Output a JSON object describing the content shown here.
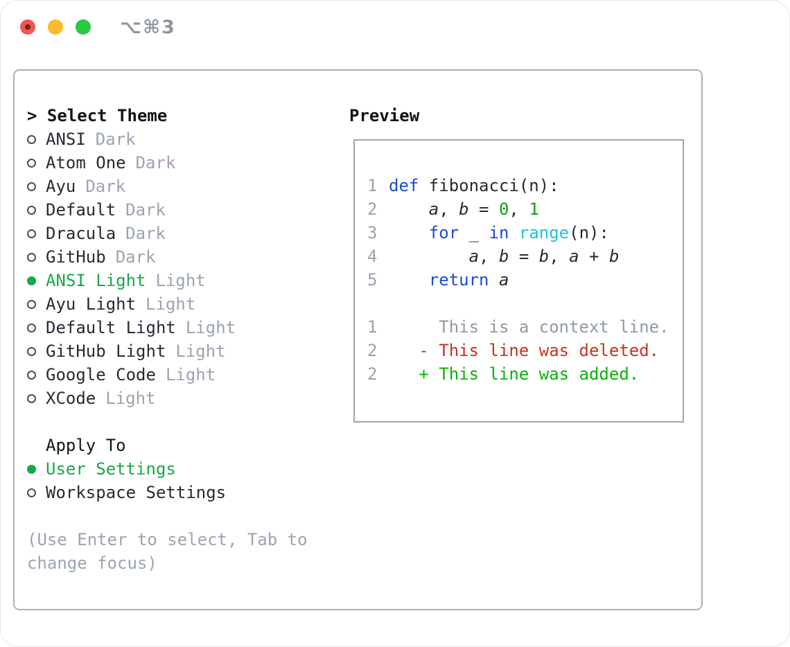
{
  "window": {
    "shortcut_label": "⌥⌘3",
    "traffic_lights": [
      {
        "name": "close",
        "color": "#f2574e"
      },
      {
        "name": "minimize",
        "color": "#fabb2d"
      },
      {
        "name": "zoom",
        "color": "#29c940"
      }
    ]
  },
  "theme_picker": {
    "prompt_char": ">",
    "title": "Select Theme",
    "items": [
      {
        "label": "ANSI",
        "variant": "Dark",
        "selected": false
      },
      {
        "label": "Atom One",
        "variant": "Dark",
        "selected": false
      },
      {
        "label": "Ayu",
        "variant": "Dark",
        "selected": false
      },
      {
        "label": "Default",
        "variant": "Dark",
        "selected": false
      },
      {
        "label": "Dracula",
        "variant": "Dark",
        "selected": false
      },
      {
        "label": "GitHub",
        "variant": "Dark",
        "selected": false
      },
      {
        "label": "ANSI Light",
        "variant": "Light",
        "selected": true
      },
      {
        "label": "Ayu Light",
        "variant": "Light",
        "selected": false
      },
      {
        "label": "Default Light",
        "variant": "Light",
        "selected": false
      },
      {
        "label": "GitHub Light",
        "variant": "Light",
        "selected": false
      },
      {
        "label": "Google Code",
        "variant": "Light",
        "selected": false
      },
      {
        "label": "XCode",
        "variant": "Light",
        "selected": false
      }
    ]
  },
  "apply_to": {
    "title": "Apply To",
    "options": [
      {
        "label": "User Settings",
        "selected": true
      },
      {
        "label": "Workspace Settings",
        "selected": false
      }
    ]
  },
  "help": {
    "line1": "(Use Enter to select, Tab to",
    "line2": "change focus)"
  },
  "preview": {
    "title": "Preview",
    "code_lines": [
      {
        "num": "1",
        "tokens": [
          {
            "t": "def",
            "c": "kw"
          },
          {
            "t": " fibonacci(n):",
            "c": "pl"
          }
        ]
      },
      {
        "num": "2",
        "tokens": [
          {
            "t": "    ",
            "c": "pl"
          },
          {
            "t": "a",
            "c": "var"
          },
          {
            "t": ", ",
            "c": "pl"
          },
          {
            "t": "b",
            "c": "var"
          },
          {
            "t": " = ",
            "c": "pl"
          },
          {
            "t": "0",
            "c": "num"
          },
          {
            "t": ", ",
            "c": "pl"
          },
          {
            "t": "1",
            "c": "num"
          }
        ]
      },
      {
        "num": "3",
        "tokens": [
          {
            "t": "    ",
            "c": "pl"
          },
          {
            "t": "for",
            "c": "kw"
          },
          {
            "t": " _ ",
            "c": "pl"
          },
          {
            "t": "in",
            "c": "kw"
          },
          {
            "t": " ",
            "c": "pl"
          },
          {
            "t": "range",
            "c": "builtin"
          },
          {
            "t": "(n):",
            "c": "pl"
          }
        ]
      },
      {
        "num": "4",
        "tokens": [
          {
            "t": "        ",
            "c": "pl"
          },
          {
            "t": "a",
            "c": "var"
          },
          {
            "t": ", ",
            "c": "pl"
          },
          {
            "t": "b",
            "c": "var"
          },
          {
            "t": " = ",
            "c": "pl"
          },
          {
            "t": "b",
            "c": "var"
          },
          {
            "t": ", ",
            "c": "pl"
          },
          {
            "t": "a",
            "c": "var"
          },
          {
            "t": " + ",
            "c": "pl"
          },
          {
            "t": "b",
            "c": "var"
          }
        ]
      },
      {
        "num": "5",
        "tokens": [
          {
            "t": "    ",
            "c": "pl"
          },
          {
            "t": "return",
            "c": "kw"
          },
          {
            "t": " ",
            "c": "pl"
          },
          {
            "t": "a",
            "c": "var"
          }
        ]
      }
    ],
    "diff_lines": [
      {
        "num": "1",
        "text": "     This is a context line.",
        "kind": "ctx"
      },
      {
        "num": "2",
        "text": "   - This line was deleted.",
        "kind": "del"
      },
      {
        "num": "2",
        "text": "   + This line was added.",
        "kind": "add"
      }
    ]
  },
  "colors": {
    "selected_green": "#16a94a",
    "keyword_blue": "#1c4bd4",
    "builtin_cyan": "#21c2d5",
    "number_green": "#0ba30b",
    "diff_deleted_red": "#c6331e",
    "diff_added_green": "#05b305",
    "muted_gray": "#9aa4b1",
    "panel_border": "#a9b2be",
    "preview_border": "#9aa6b3"
  }
}
